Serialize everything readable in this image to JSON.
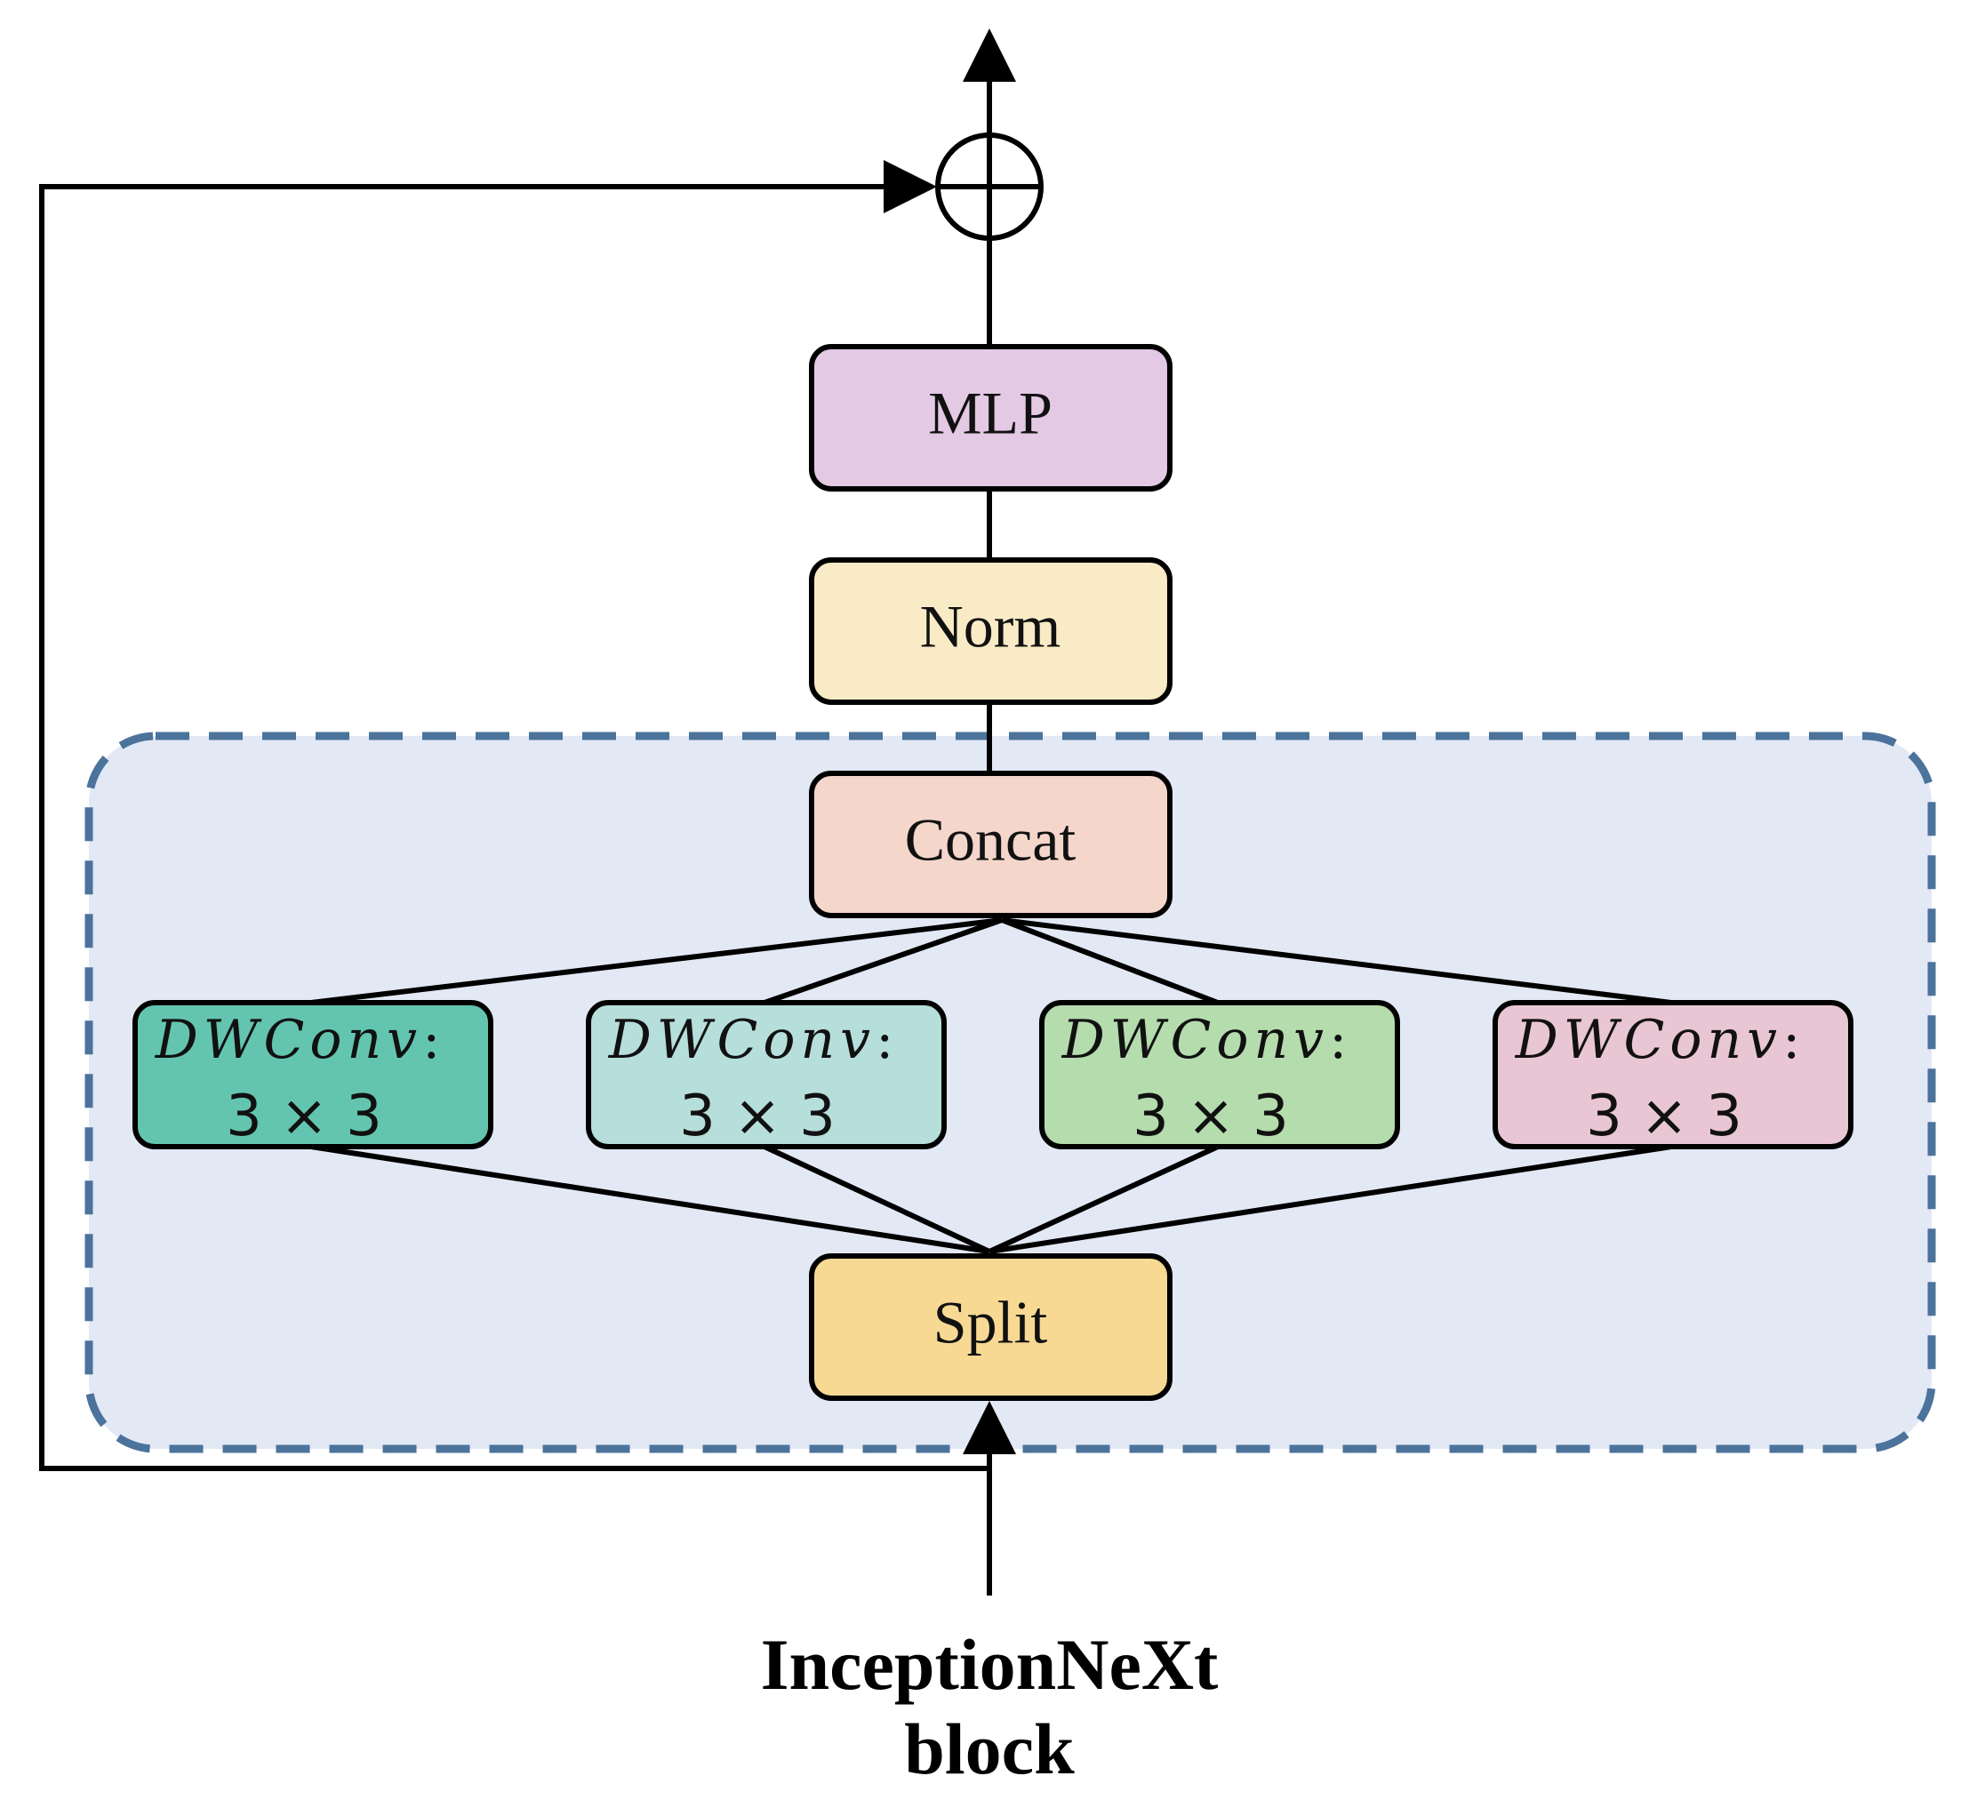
{
  "diagram": {
    "caption": {
      "line1": "InceptionNeXt",
      "line2": "block"
    },
    "nodes": {
      "mlp": {
        "label": "MLP",
        "color": "#e3c9e3"
      },
      "norm": {
        "label": "Norm",
        "color": "#f8ebc6"
      },
      "concat": {
        "label": "Concat",
        "color": "#f4d6cb"
      },
      "split": {
        "label": "Split",
        "color": "#f7d994"
      }
    },
    "convs": [
      {
        "name": "DWConv",
        "colon": ":",
        "size": "3 × 3",
        "color": "#63c5b0"
      },
      {
        "name": "DWConv",
        "colon": ":",
        "size": "3 × 3",
        "color": "#b6dedb"
      },
      {
        "name": "DWConv",
        "colon": ":",
        "size": "3 × 3",
        "color": "#b4dcad"
      },
      {
        "name": "DWConv",
        "colon": ":",
        "size": "3 × 3",
        "color": "#e9c6d4"
      }
    ],
    "module_region": {
      "fill": "#e3e8f5",
      "border": "#4b739b"
    },
    "adder": {
      "symbol": "plus-circle"
    }
  }
}
